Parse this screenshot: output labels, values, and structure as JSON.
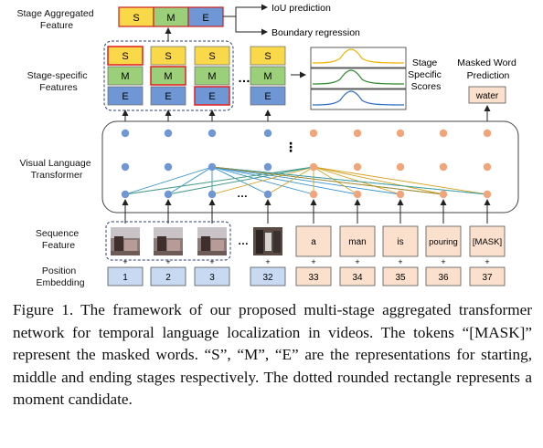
{
  "labels": {
    "stage_aggregated": [
      "Stage Aggregated",
      "Feature"
    ],
    "stage_specific": [
      "Stage-specific",
      "Features"
    ],
    "visual_language": [
      "Visual Language",
      "Transformer"
    ],
    "sequence": [
      "Sequence",
      "Feature"
    ],
    "position": [
      "Position",
      "Embedding"
    ],
    "stage_scores": [
      "Stage",
      "Specific",
      "Scores"
    ],
    "masked_word": [
      "Masked Word",
      "Prediction"
    ]
  },
  "outputs": {
    "iou": "IoU prediction",
    "boundary": "Boundary regression"
  },
  "stage_tokens": [
    "S",
    "M",
    "E"
  ],
  "ellipsis": "…",
  "vertical_ellipsis": "⋮",
  "word_tokens": [
    "a",
    "man",
    "is",
    "pouring",
    "[MASK]"
  ],
  "position_numbers": [
    "1",
    "2",
    "3",
    "32",
    "33",
    "34",
    "35",
    "36",
    "37"
  ],
  "plus_sign": "+",
  "masked_word_output": "water",
  "colors": {
    "S": "#f9d94a",
    "M": "#9ccf7a",
    "E": "#6f97d6",
    "visual_node": "#6f97d6",
    "text_node": "#f2a57a",
    "position_box": "#c8daf2",
    "word_box": "#fbe1cd",
    "curve_S": "#f2b300",
    "curve_M": "#2e8b2e",
    "curve_E": "#2f6fc4",
    "highlight": "#e02020"
  },
  "caption": "Figure 1. The framework of our proposed multi-stage aggregated transformer network for temporal language localization in videos. The tokens “[MASK]” represent the masked words. “S”, “M”, “E” are the representations for starting, middle and ending stages respectively. The dotted rounded rectangle represents a moment candidate."
}
